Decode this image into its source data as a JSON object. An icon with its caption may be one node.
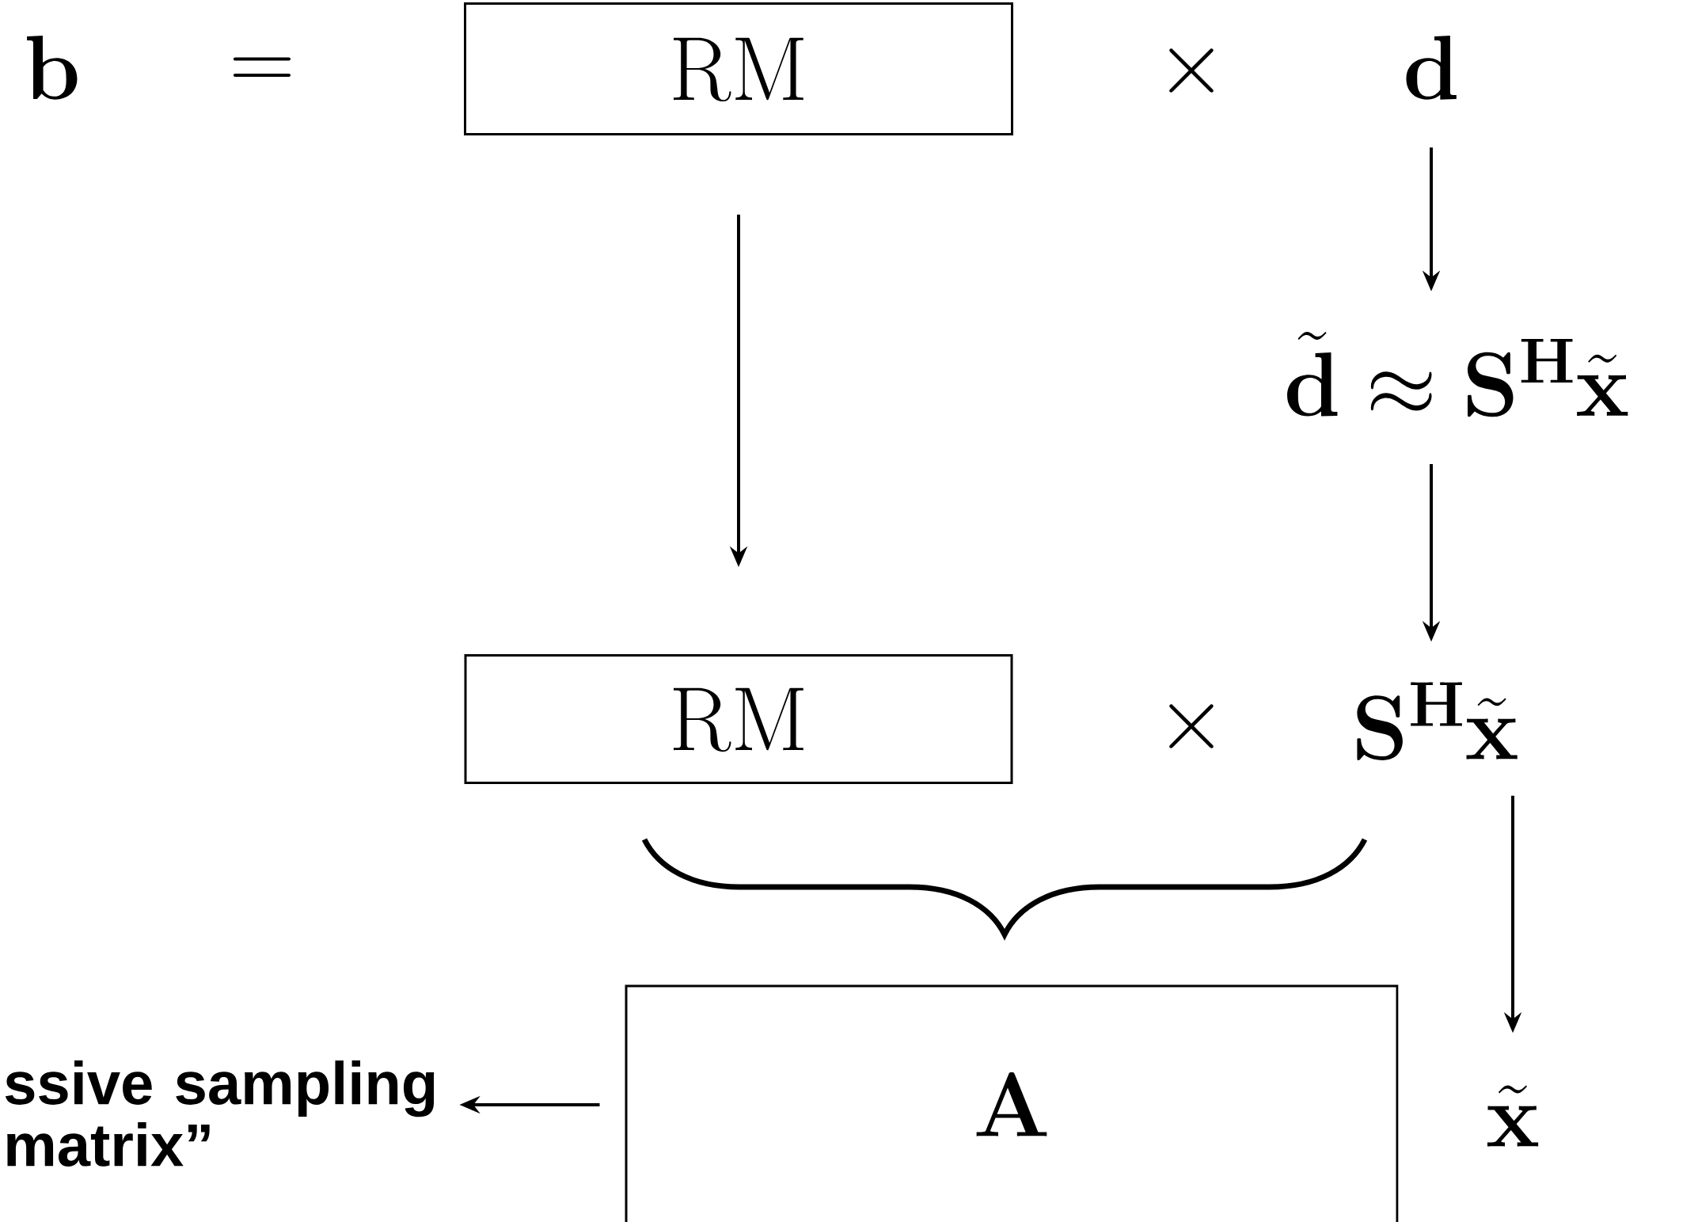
{
  "diagram": {
    "nodes": [
      {
        "text": [
          "\\mathbf{b}"
        ]
      },
      {
        "text": [
          "\\mathrm{RM}"
        ]
      },
      {
        "text": [
          "\\mathbf{d}"
        ]
      },
      {
        "text": [
          "\\tilde{\\mathbf{d}} \\approx \\mathbf{S}^{\\mathbf{H}}\\tilde{\\mathbf{x}}"
        ]
      },
      {
        "text": [
          "\\mathrm{RM}"
        ]
      },
      {
        "text": [
          "\\mathbf{S}^{\\mathbf{H}}\\tilde{\\mathbf{x}}"
        ]
      },
      {
        "text": [
          "\\mathbf{A}"
        ]
      },
      {
        "text": [
          "\\tilde{\\mathbf{x}}"
        ]
      },
      {
        "text": [
          "ssive sampling matrix”"
        ]
      }
    ],
    "edges": [
      {
        "from": 2,
        "to": 3,
        "arrow": "to"
      },
      {
        "from": 1,
        "to": 4,
        "arrow": "to"
      },
      {
        "from": 3,
        "to": 5,
        "arrow": "to"
      },
      {
        "from": 5,
        "to": 7,
        "arrow": "to"
      },
      {
        "from": 6,
        "to": 8,
        "arrow": "to"
      }
    ],
    "labels": [
      "=",
      "\\times",
      "\\times"
    ]
  }
}
